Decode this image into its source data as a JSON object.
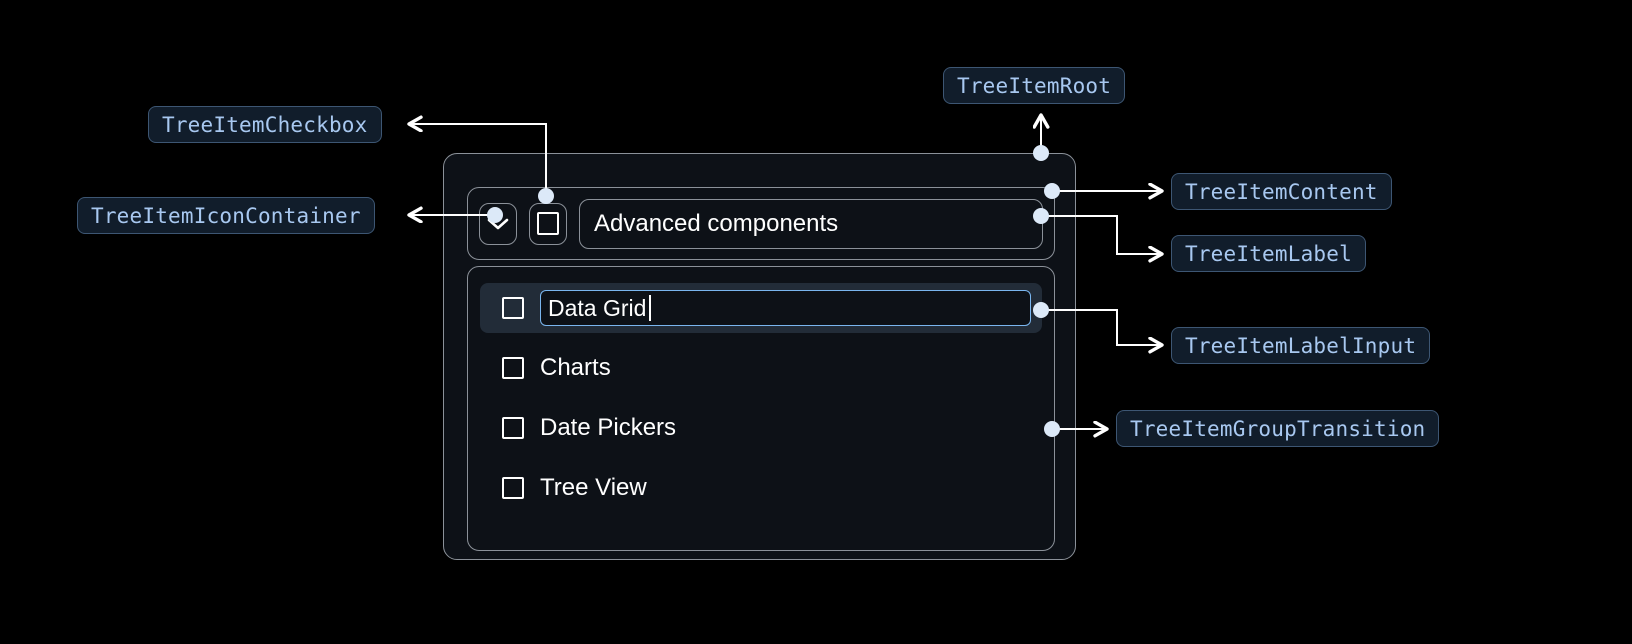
{
  "annotations": [
    {
      "id": "checkbox",
      "label": "TreeItemCheckbox"
    },
    {
      "id": "icon_container",
      "label": "TreeItemIconContainer"
    },
    {
      "id": "root",
      "label": "TreeItemRoot"
    },
    {
      "id": "content",
      "label": "TreeItemContent"
    },
    {
      "id": "label",
      "label": "TreeItemLabel"
    },
    {
      "id": "label_input",
      "label": "TreeItemLabelInput"
    },
    {
      "id": "group_transition",
      "label": "TreeItemGroupTransition"
    }
  ],
  "tree": {
    "root_item": {
      "label": "Advanced components",
      "expand_icon": "chevron-down-icon",
      "checkbox_state": "unchecked",
      "expanded": true
    },
    "children": [
      {
        "label": "Data Grid",
        "editing": true,
        "input_value": "Data Grid",
        "checkbox_state": "unchecked"
      },
      {
        "label": "Charts",
        "editing": false,
        "checkbox_state": "unchecked"
      },
      {
        "label": "Date Pickers",
        "editing": false,
        "checkbox_state": "unchecked"
      },
      {
        "label": "Tree View",
        "editing": false,
        "checkbox_state": "unchecked"
      }
    ]
  },
  "colors": {
    "page_background": "#000000",
    "chip_background": "#111d2b",
    "chip_border": "#3d5673",
    "chip_text": "#a8c8f0",
    "panel_background": "#0d1117",
    "panel_border": "#8b9199",
    "selected_row_background": "#222c38",
    "input_focus_border": "#7ab6ef",
    "wire_color": "#ffffff",
    "text_color": "#ffffff"
  }
}
